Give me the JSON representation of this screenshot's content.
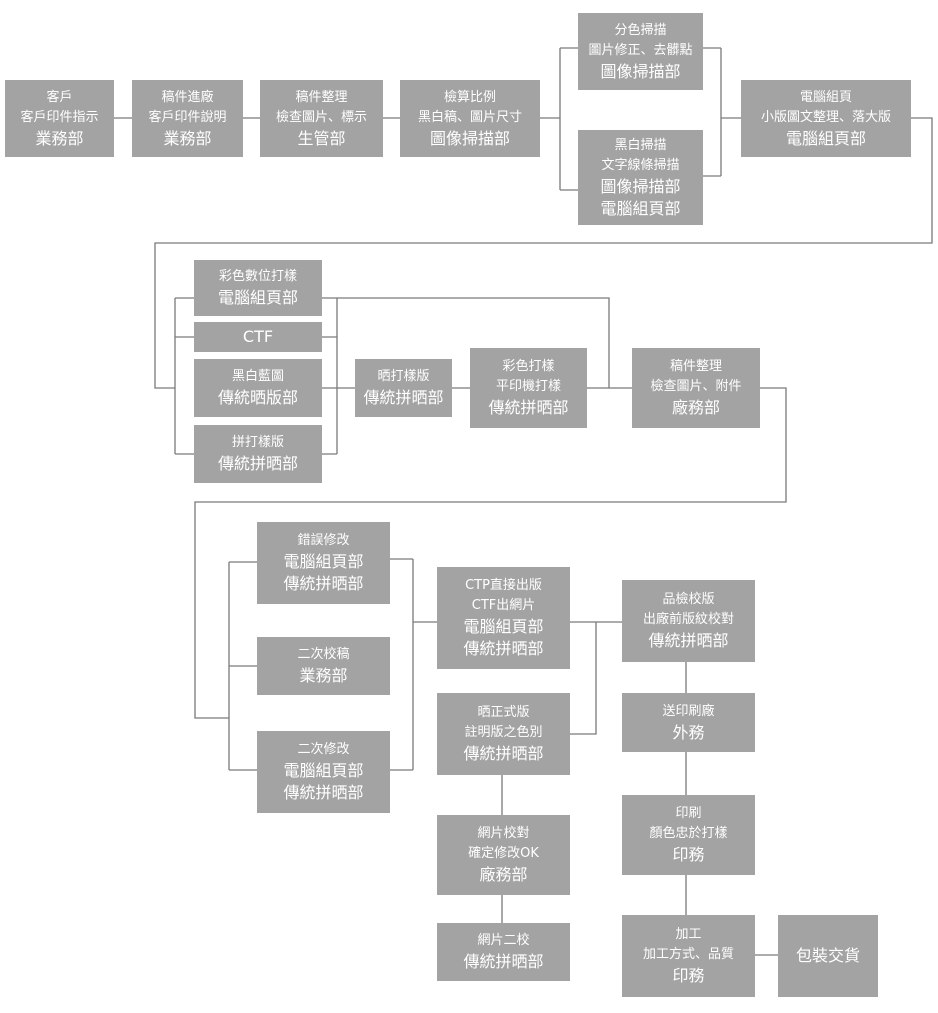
{
  "nodes": {
    "customer": {
      "lines": [
        "客戶",
        "客戶印件指示",
        "業務部"
      ]
    },
    "manuscript_intake": {
      "lines": [
        "稿件進廠",
        "客戶印件說明",
        "業務部"
      ]
    },
    "manuscript_sort": {
      "lines": [
        "稿件整理",
        "檢查圖片、標示",
        "生管部"
      ]
    },
    "scale_calc": {
      "lines": [
        "檢算比例",
        "黑白稿、圖片尺寸",
        "圖像掃描部"
      ]
    },
    "color_scan": {
      "lines": [
        "分色掃描",
        "圖片修正、去髒點",
        "圖像掃描部"
      ]
    },
    "bw_scan": {
      "lines": [
        "黑白掃描",
        "文字線條掃描",
        "圖像掃描部",
        "電腦組頁部"
      ]
    },
    "computer_layout": {
      "lines": [
        "電腦組頁",
        "小版圖文整理、落大版",
        "電腦組頁部"
      ]
    },
    "color_digital_proof": {
      "lines": [
        "彩色數位打樣",
        "電腦組頁部"
      ]
    },
    "ctf": {
      "lines": [
        "CTF"
      ]
    },
    "bw_blueprint": {
      "lines": [
        "黑白藍圖",
        "傳統晒版部"
      ]
    },
    "imposition_proof": {
      "lines": [
        "拼打樣版",
        "傳統拼晒部"
      ]
    },
    "expose_proof_plate": {
      "lines": [
        "晒打樣版",
        "傳統拼晒部"
      ]
    },
    "color_proof": {
      "lines": [
        "彩色打樣",
        "平印機打樣",
        "傳統拼晒部"
      ]
    },
    "manuscript_review": {
      "lines": [
        "稿件整理",
        "檢查圖片、附件",
        "廠務部"
      ]
    },
    "error_fix": {
      "lines": [
        "錯誤修改",
        "電腦組頁部",
        "傳統拼晒部"
      ]
    },
    "second_proofread": {
      "lines": [
        "二次校稿",
        "業務部"
      ]
    },
    "second_fix": {
      "lines": [
        "二次修改",
        "電腦組頁部",
        "傳統拼晒部"
      ]
    },
    "ctp_output": {
      "lines": [
        "CTP直接出版",
        "CTF出網片",
        "電腦組頁部",
        "傳統拼晒部"
      ]
    },
    "formal_plate": {
      "lines": [
        "晒正式版",
        "註明版之色別",
        "傳統拼晒部"
      ]
    },
    "film_check": {
      "lines": [
        "網片校對",
        "確定修改OK",
        "廠務部"
      ]
    },
    "film_second": {
      "lines": [
        "網片二校",
        "傳統拼晒部"
      ]
    },
    "quality_check": {
      "lines": [
        "品檢校版",
        "出廠前版紋校對",
        "傳統拼晒部"
      ]
    },
    "send_printer": {
      "lines": [
        "送印刷廠",
        "外務"
      ]
    },
    "printing": {
      "lines": [
        "印刷",
        "顏色忠於打樣",
        "印務"
      ]
    },
    "finishing": {
      "lines": [
        "加工",
        "加工方式、品質",
        "印務"
      ]
    },
    "packaging": {
      "lines": [
        "包裝交貨"
      ]
    }
  },
  "colors": {
    "box": "#a3a3a3",
    "text": "#ffffff",
    "line": "#7a7a7a"
  }
}
